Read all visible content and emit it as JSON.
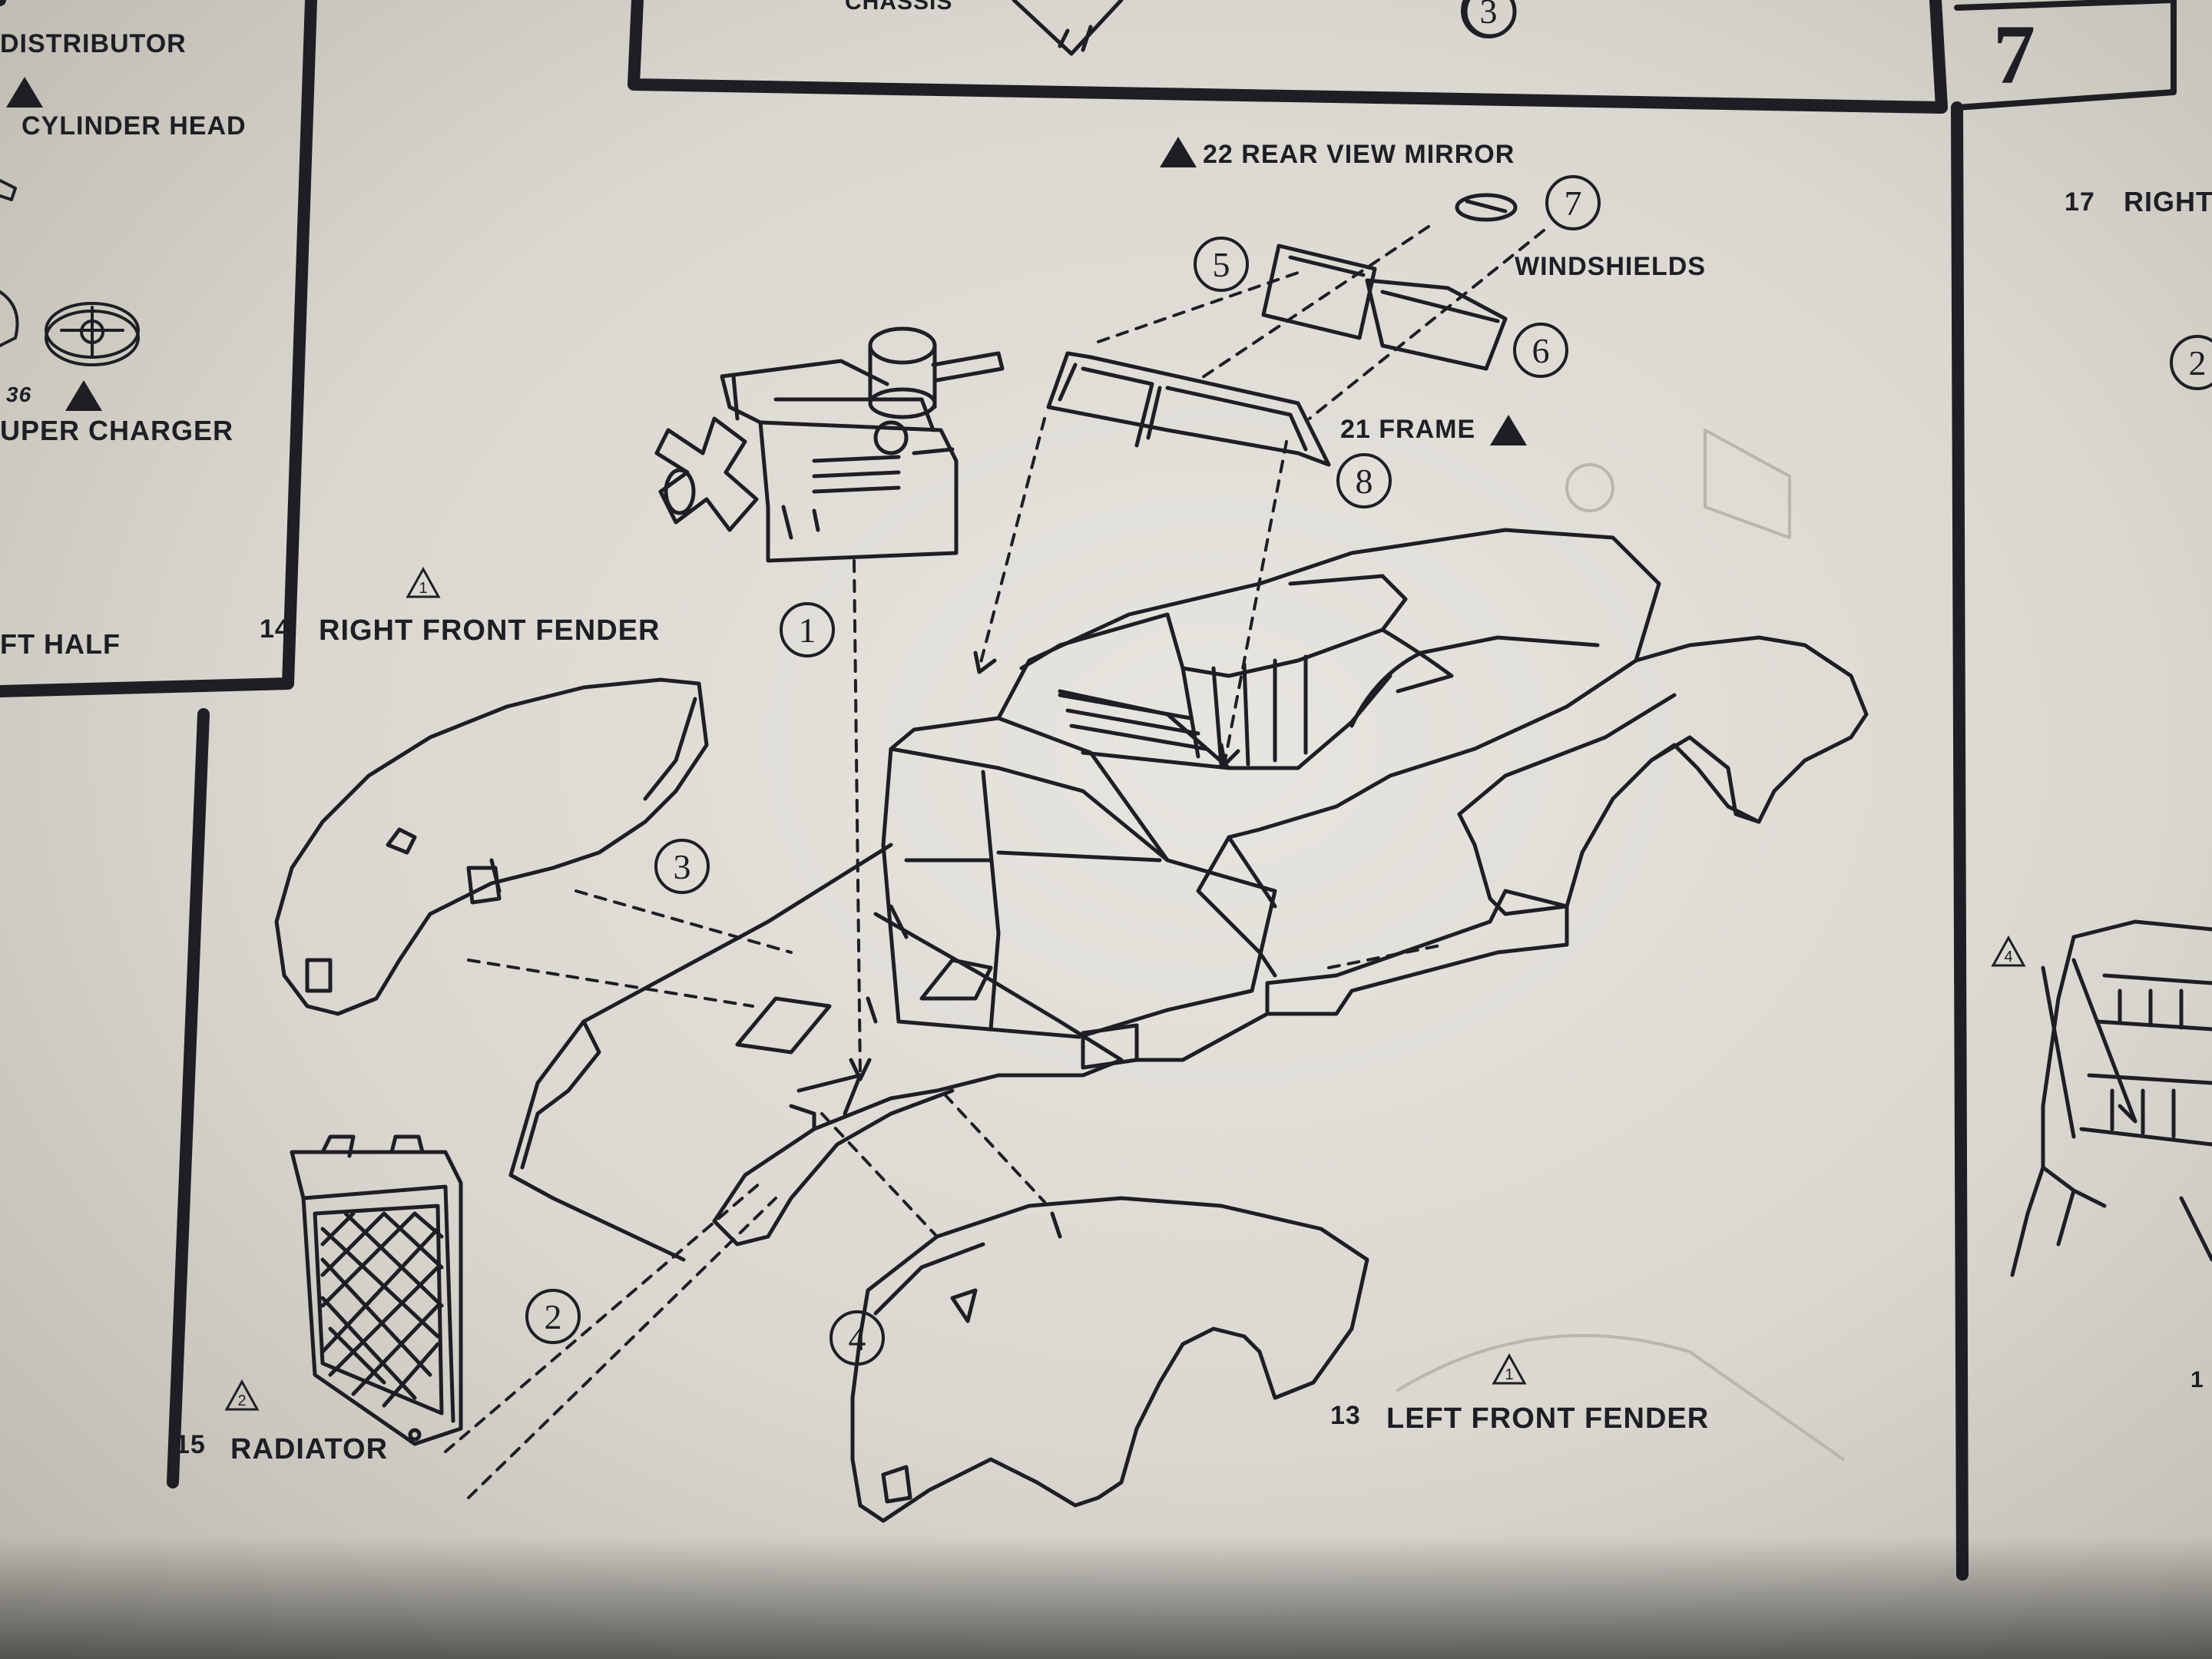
{
  "step_number": "7",
  "left_panel": {
    "distributor": "DISTRIBUTOR",
    "cylinder_head": "CYLINDER HEAD",
    "super_charger_num": "36",
    "super_charger": "UPER CHARGER",
    "left_half": "FT HALF"
  },
  "top_panel": {
    "chassis": "CHASSIS",
    "step_circle": "3"
  },
  "main_labels": {
    "rear_view_mirror": "22 REAR VIEW MIRROR",
    "windshields": "WINDSHIELDS",
    "frame": "21  FRAME",
    "right_front_fender_num": "14",
    "right_front_fender": "RIGHT FRONT FENDER",
    "left_front_fender_num": "13",
    "left_front_fender": "LEFT FRONT FENDER",
    "radiator_num": "15",
    "radiator": "RADIATOR"
  },
  "warning_numbers": {
    "w1a": "1",
    "w1b": "1",
    "w2": "2",
    "w4": "4"
  },
  "callouts": [
    "1",
    "2",
    "3",
    "4",
    "5",
    "6",
    "7",
    "8"
  ],
  "right_panel": {
    "right_label_num": "17",
    "right_label": "RIGHT",
    "circle": "2",
    "bottom_num": "1"
  },
  "colors": {
    "ink": "#1e1e24",
    "paper": "#e4e2dc"
  }
}
